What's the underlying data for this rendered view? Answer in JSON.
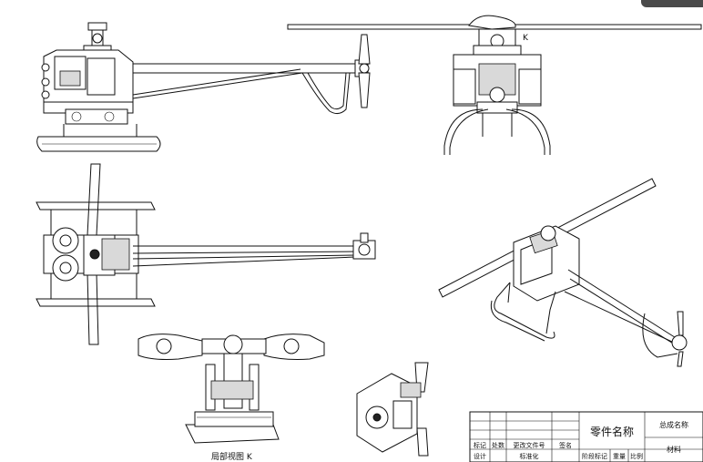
{
  "drawing": {
    "view_label": "局部视图 K",
    "detail_marker": "K"
  },
  "title_block": {
    "part_name": "零件名称",
    "assembly_name": "总成名称",
    "material": "材料",
    "headers_row1": [
      "标记",
      "处数",
      "更改文件号",
      "签名"
    ],
    "headers_row2": [
      "设计",
      "",
      "标准化",
      ""
    ],
    "stage_mark": "阶段标记",
    "weight": "重量",
    "scale": "比例"
  }
}
